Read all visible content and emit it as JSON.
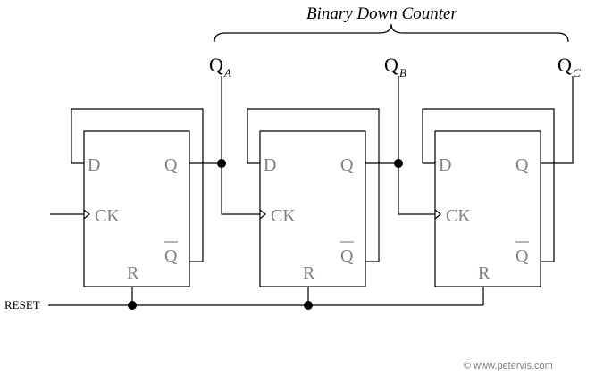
{
  "title": "Binary Down Counter",
  "reset_label": "RESET",
  "copyright": "© www.petervis.com",
  "pins": {
    "d": "D",
    "ck": "CK",
    "q": "Q",
    "qbar": "Q",
    "r": "R"
  },
  "outputs": [
    {
      "main": "Q",
      "sub": "A"
    },
    {
      "main": "Q",
      "sub": "B"
    },
    {
      "main": "Q",
      "sub": "C"
    }
  ],
  "colors": {
    "wire": "#000000",
    "pin_label": "#808080"
  }
}
